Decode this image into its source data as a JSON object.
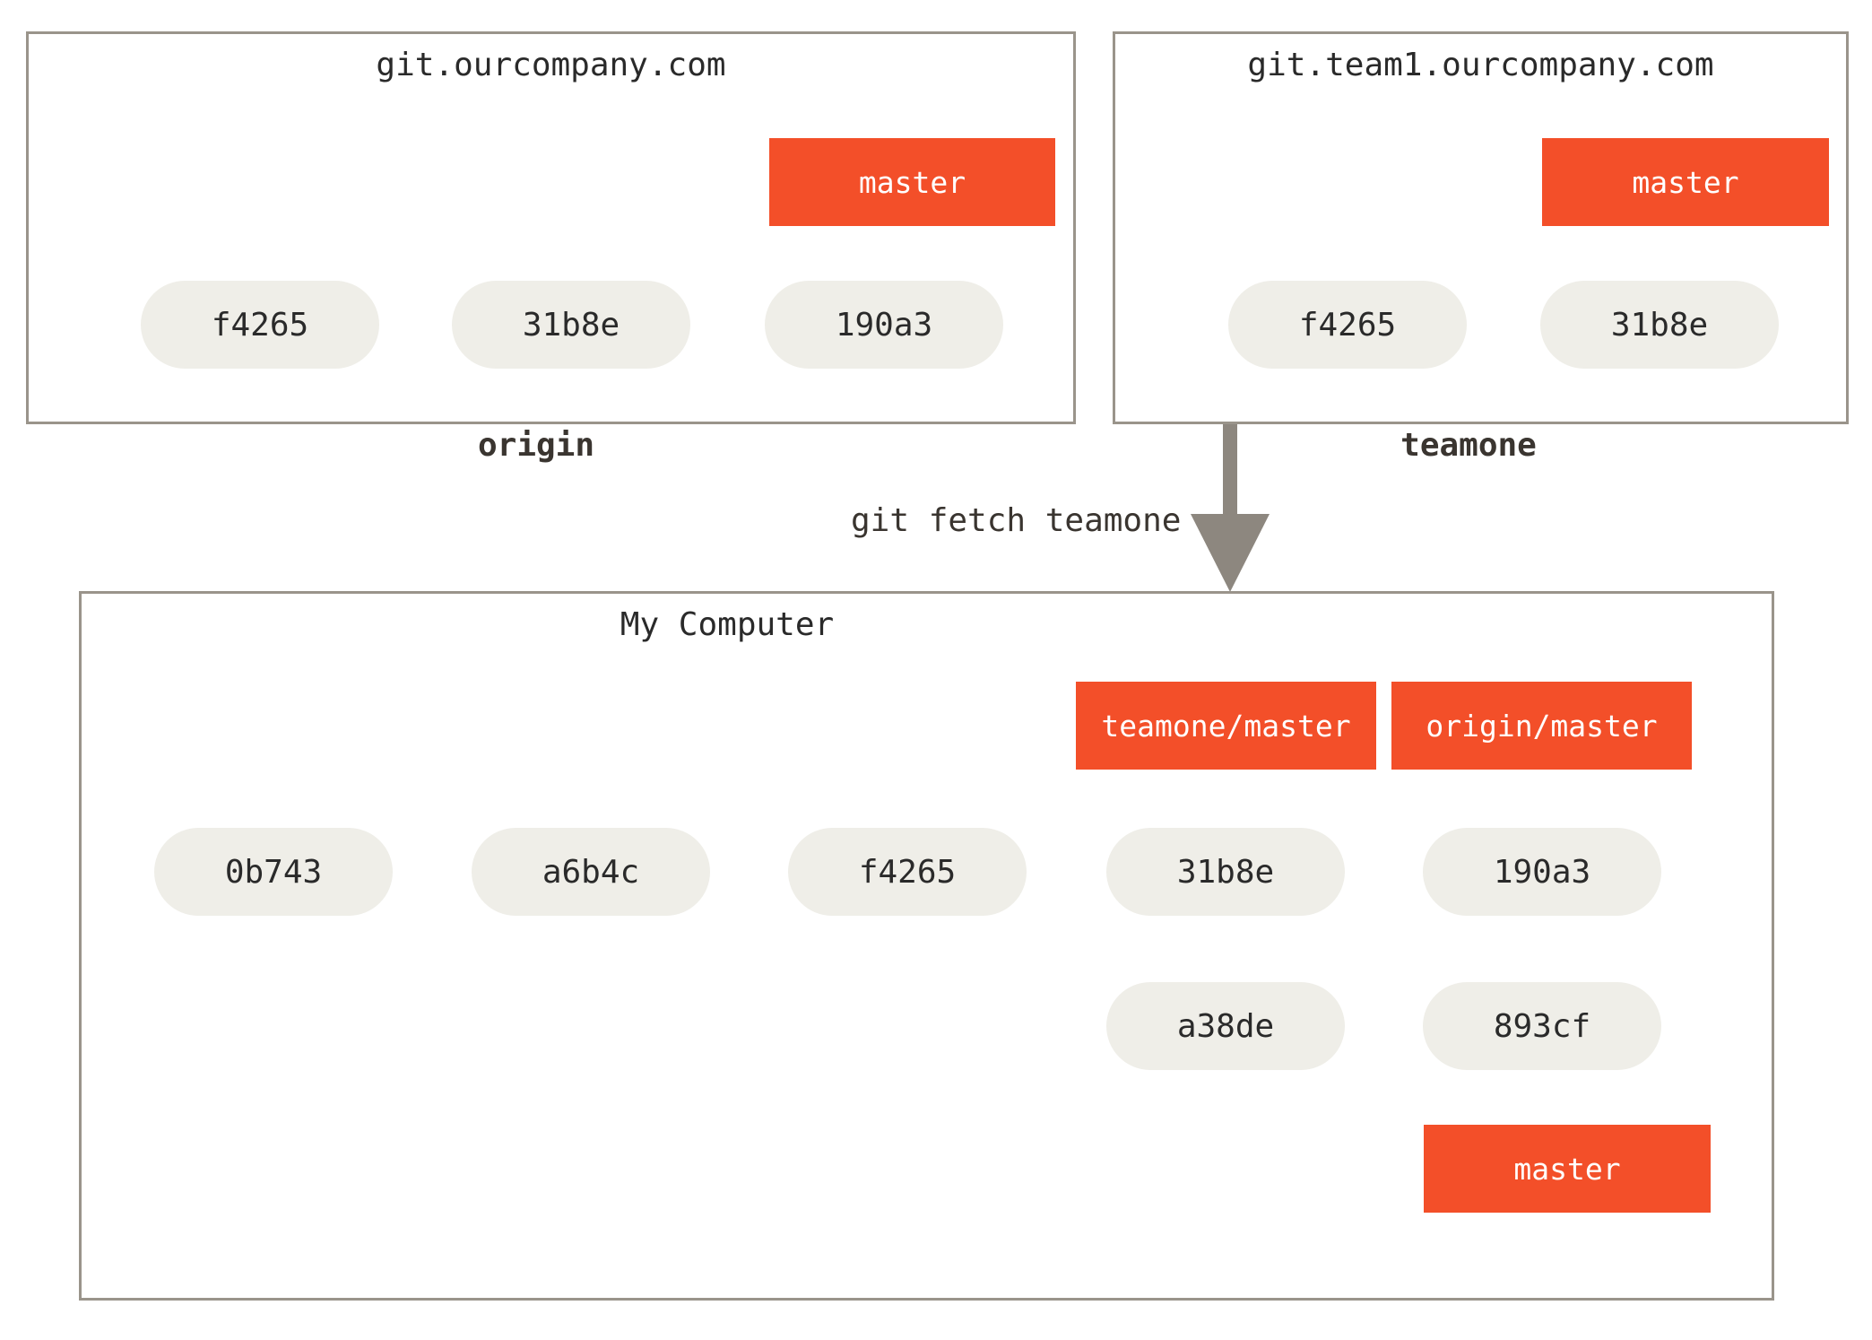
{
  "servers": {
    "origin": {
      "host": "git.ourcompany.com",
      "label": "origin",
      "branch": "master",
      "commits": [
        "f4265",
        "31b8e",
        "190a3"
      ]
    },
    "teamone": {
      "host": "git.team1.ourcompany.com",
      "label": "teamone",
      "branch": "master",
      "commits": [
        "f4265",
        "31b8e"
      ]
    }
  },
  "fetch_command": "git fetch teamone",
  "local": {
    "title": "My Computer",
    "commits": [
      "0b743",
      "a6b4c",
      "f4265",
      "31b8e",
      "190a3",
      "a38de",
      "893cf"
    ],
    "branches": {
      "teamone_master": "teamone/master",
      "origin_master": "origin/master",
      "master": "master"
    }
  },
  "colors": {
    "branch": "#f34f29",
    "commit": "#efeee8",
    "arrow": "#8d877f",
    "border": "#9a948b"
  }
}
